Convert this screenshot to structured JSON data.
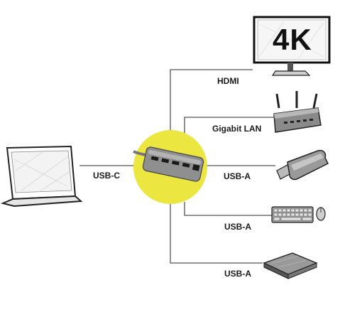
{
  "monitor": {
    "resolution_text": "4K"
  },
  "connections": {
    "input": {
      "label": "USB-C"
    },
    "outputs": [
      {
        "label": "HDMI",
        "device": "monitor"
      },
      {
        "label": "Gigabit LAN",
        "device": "router"
      },
      {
        "label": "USB-A",
        "device": "usb-flash-drive"
      },
      {
        "label": "USB-A",
        "device": "keyboard-and-mouse"
      },
      {
        "label": "USB-A",
        "device": "external-hard-drive"
      }
    ]
  },
  "colors": {
    "hub_circle": "#ece641",
    "lines": "#555555",
    "hub_body": "#8a8a8a"
  }
}
